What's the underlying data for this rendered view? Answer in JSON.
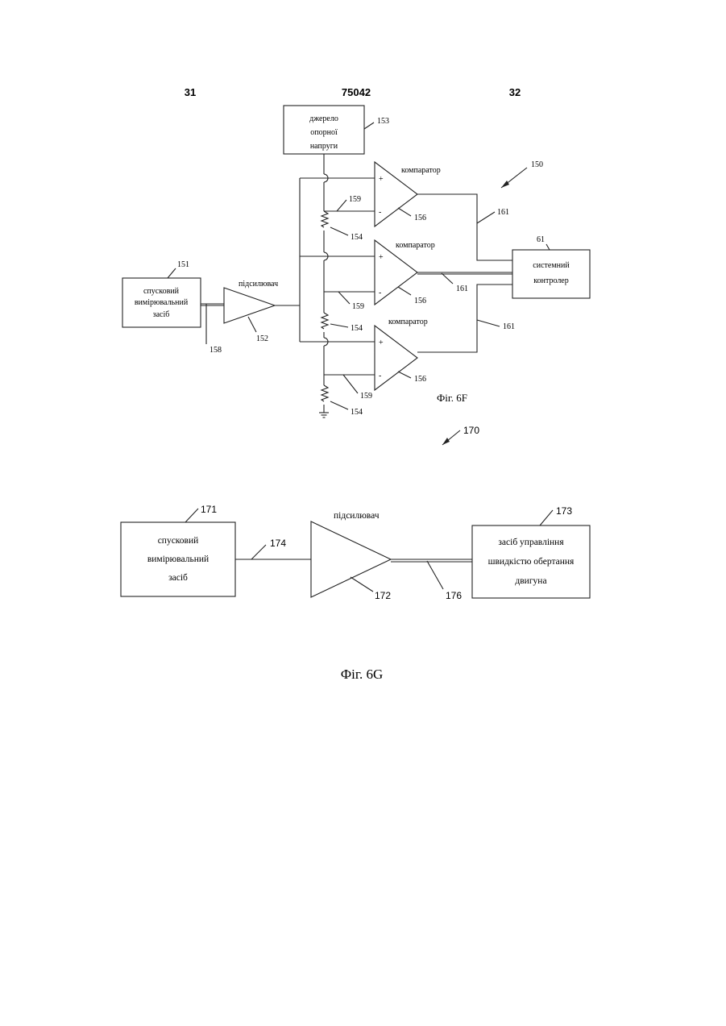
{
  "header": {
    "left_page": "31",
    "doc_number": "75042",
    "right_page": "32"
  },
  "fig6f": {
    "ref_source": "джерело опорної напруги",
    "ref_source_lines": [
      "джерело",
      "опорної",
      "напруги"
    ],
    "ref_source_num": "153",
    "trigger_lines": [
      "спусковий",
      "вимірювальний",
      "засіб"
    ],
    "trigger_num": "151",
    "amplifier_label": "підсилювач",
    "amplifier_num": "152",
    "input_num": "158",
    "comparator_label": "компаратор",
    "comparator_num": "156",
    "divider_line_num": "159",
    "resistor_num": "154",
    "output_line_num": "161",
    "controller_lines": [
      "системний",
      "контролер"
    ],
    "controller_num": "61",
    "system_num": "150",
    "plus": "+",
    "minus": "-",
    "caption": "Фіг. 6F"
  },
  "fig6g": {
    "system_num": "170",
    "trigger_lines": [
      "спусковий",
      "вимірювальний",
      "засіб"
    ],
    "trigger_num": "171",
    "amplifier_label": "підсилювач",
    "amplifier_num": "172",
    "input_line_num": "174",
    "output_line_num": "176",
    "motor_lines": [
      "засіб управління",
      "швидкістю обертання",
      "двигуна"
    ],
    "motor_num": "173",
    "caption": "Фіг. 6G"
  }
}
